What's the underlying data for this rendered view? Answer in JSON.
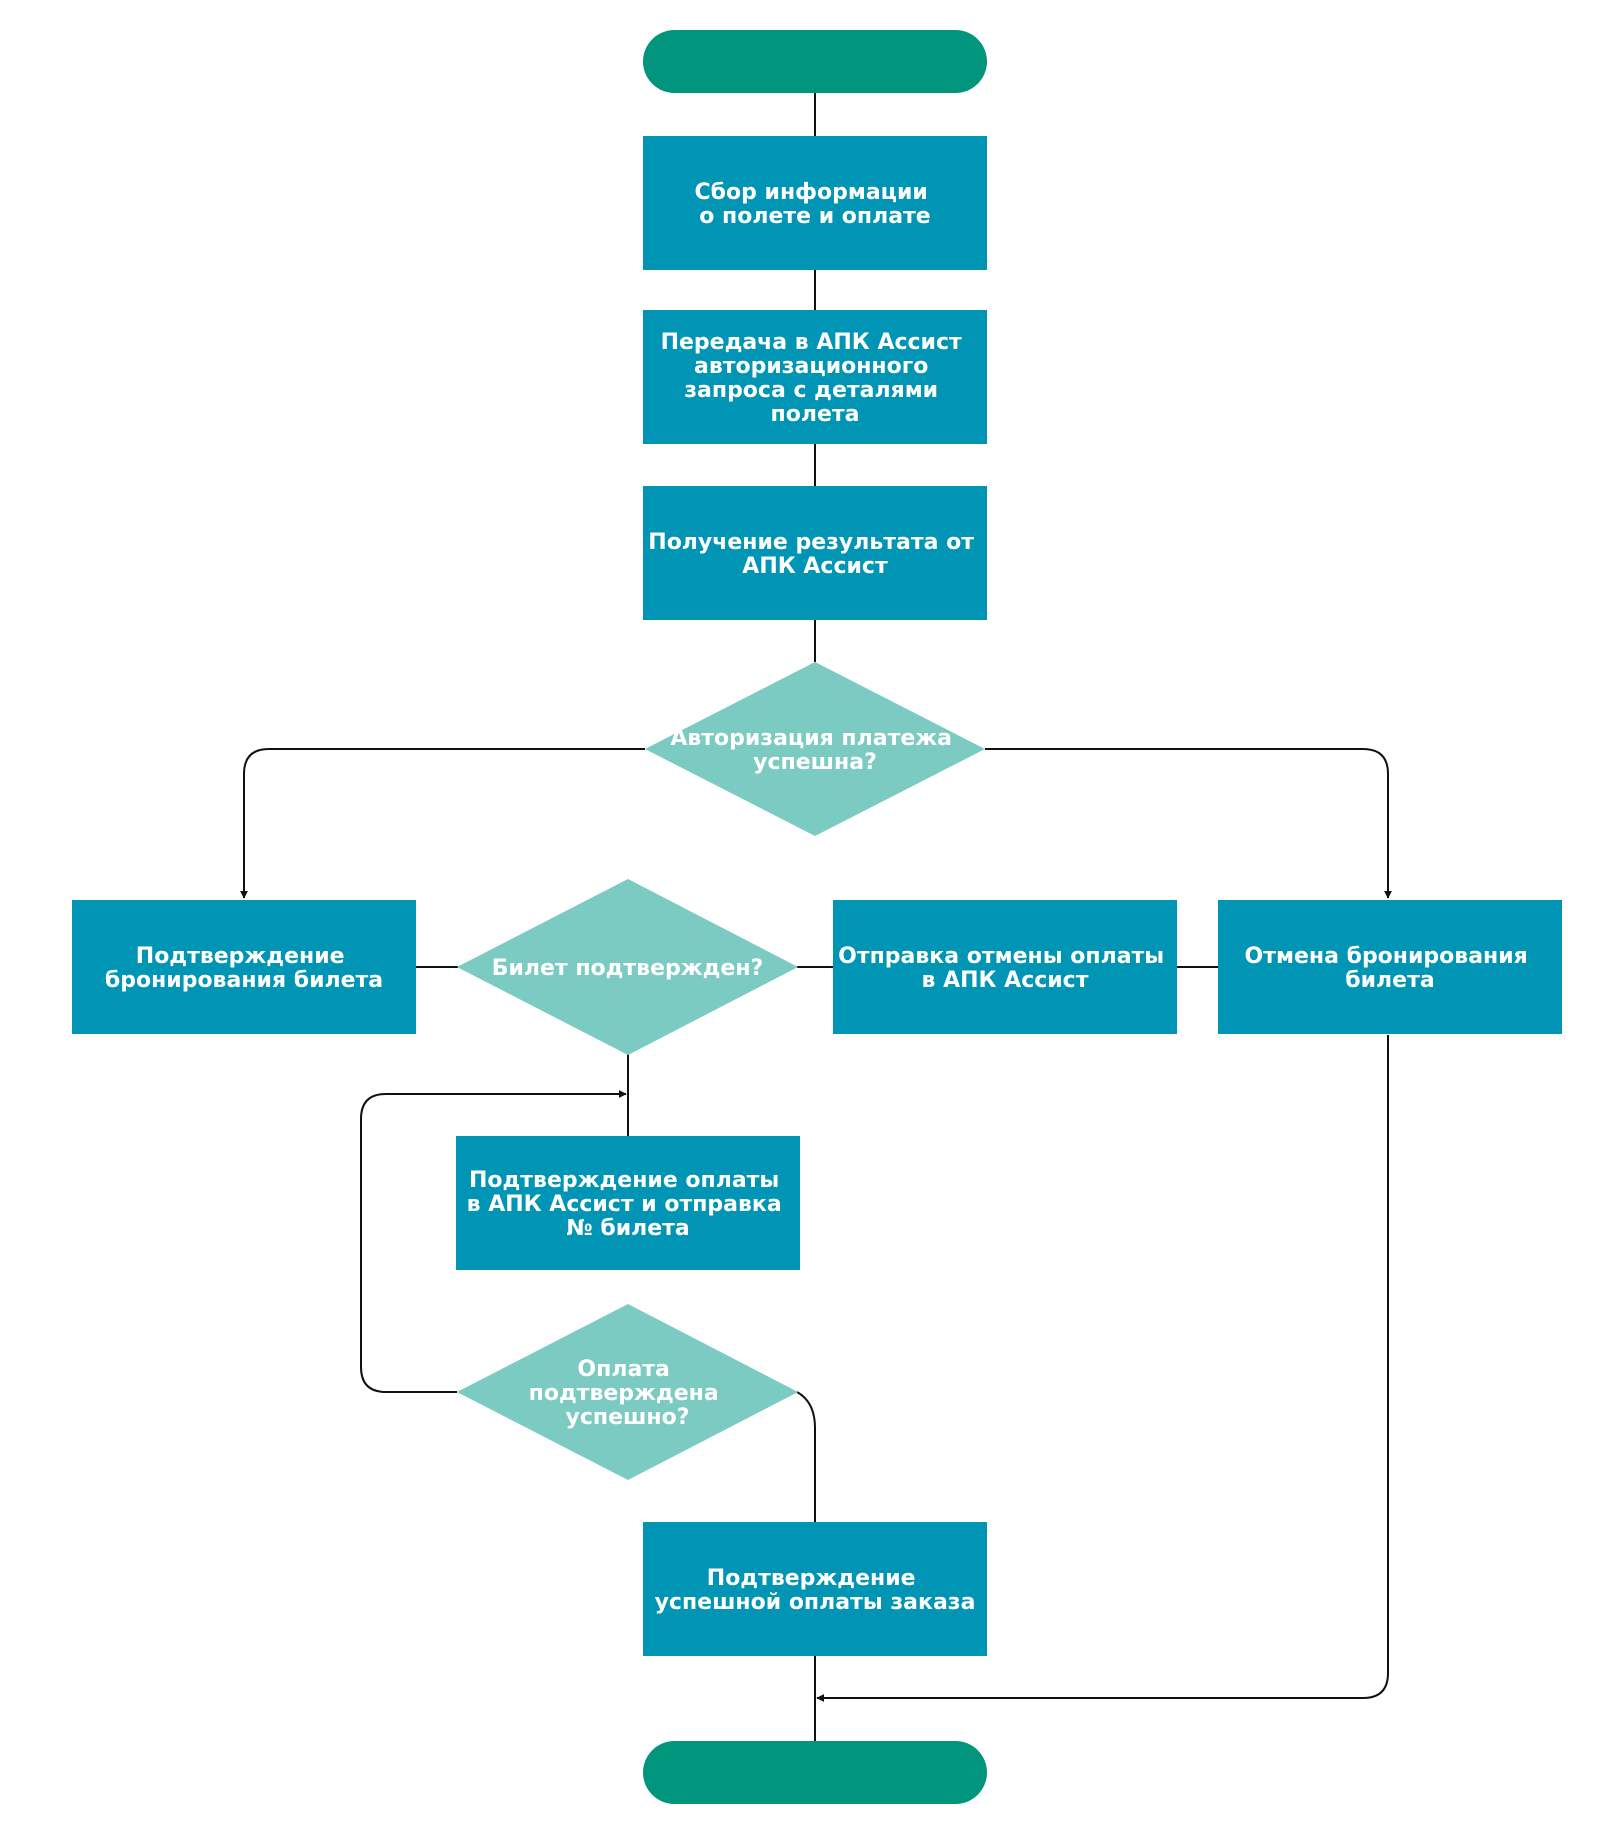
{
  "colors": {
    "terminator": "#00957C",
    "process": "#0195B5",
    "decision": "#7BCBC2",
    "connector": "#111111",
    "text": "#ffffff"
  },
  "nodes": {
    "start": {
      "shape": "terminator",
      "lines": []
    },
    "collect_info": {
      "shape": "process",
      "lines": [
        "Сбор информации",
        "о полете и оплате"
      ]
    },
    "send_auth_request": {
      "shape": "process",
      "lines": [
        "Передача в АПК Ассист",
        "авторизационного",
        "запроса с деталями",
        "полета"
      ]
    },
    "get_result": {
      "shape": "process",
      "lines": [
        "Получение результата от",
        "АПК Ассист"
      ]
    },
    "auth_success_decision": {
      "shape": "decision",
      "lines": [
        "Авторизация платежа",
        "успешна?"
      ]
    },
    "confirm_booking": {
      "shape": "process",
      "lines": [
        "Подтверждение",
        "бронирования билета"
      ]
    },
    "ticket_confirmed_decision": {
      "shape": "decision",
      "lines": [
        "Билет подтвержден?"
      ]
    },
    "send_cancel_payment": {
      "shape": "process",
      "lines": [
        "Отправка отмены оплаты",
        "в АПК Ассист"
      ]
    },
    "cancel_booking": {
      "shape": "process",
      "lines": [
        "Отмена бронирования",
        "билета"
      ]
    },
    "confirm_payment_send_ticket": {
      "shape": "process",
      "lines": [
        "Подтверждение оплаты",
        "в АПК Ассист и отправка",
        "№ билета"
      ]
    },
    "payment_confirmed_decision": {
      "shape": "decision",
      "lines": [
        "Оплата",
        "подтверждена",
        "успешно?"
      ]
    },
    "confirm_order_payment": {
      "shape": "process",
      "lines": [
        "Подтверждение",
        "успешной оплаты заказа"
      ]
    },
    "end": {
      "shape": "terminator",
      "lines": []
    }
  }
}
